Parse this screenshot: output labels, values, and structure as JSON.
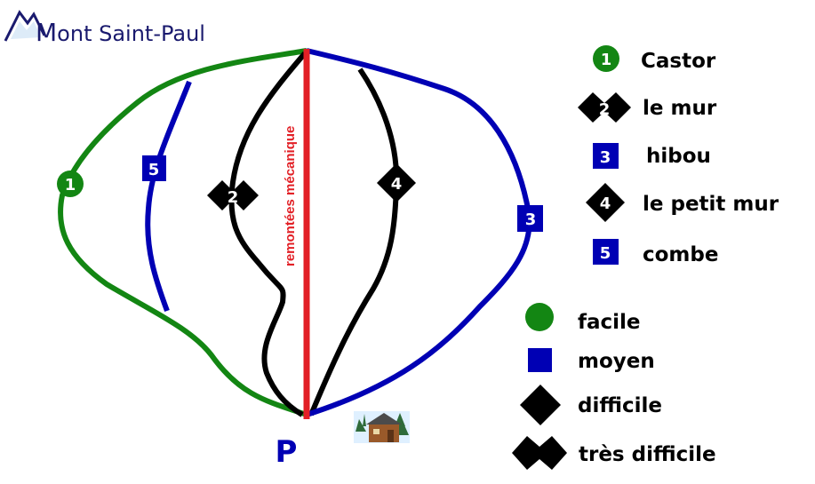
{
  "title": "Mont Saint-Paul",
  "title_initial": "M",
  "lift_label": "remontées mécanique",
  "base_label": "P",
  "colors": {
    "green": "#138613",
    "blue": "#0000b4",
    "black": "#000000",
    "red": "#e22026",
    "title": "#1a1a6e"
  },
  "trails": [
    {
      "num": "1",
      "name": "Castor",
      "level": "facile",
      "shape": "circle"
    },
    {
      "num": "2",
      "name": "le mur",
      "level": "très difficile",
      "shape": "double-diamond"
    },
    {
      "num": "3",
      "name": "hibou",
      "level": "moyen",
      "shape": "square"
    },
    {
      "num": "4",
      "name": "le petit mur",
      "level": "difficile",
      "shape": "diamond"
    },
    {
      "num": "5",
      "name": "combe",
      "level": "moyen",
      "shape": "square"
    }
  ],
  "levels": [
    {
      "name": "facile",
      "shape": "circle"
    },
    {
      "name": "moyen",
      "shape": "square"
    },
    {
      "name": "difficile",
      "shape": "diamond"
    },
    {
      "name": "très difficile",
      "shape": "double-diamond"
    }
  ],
  "icons": [
    "mountain-icon",
    "chalet-icon"
  ]
}
